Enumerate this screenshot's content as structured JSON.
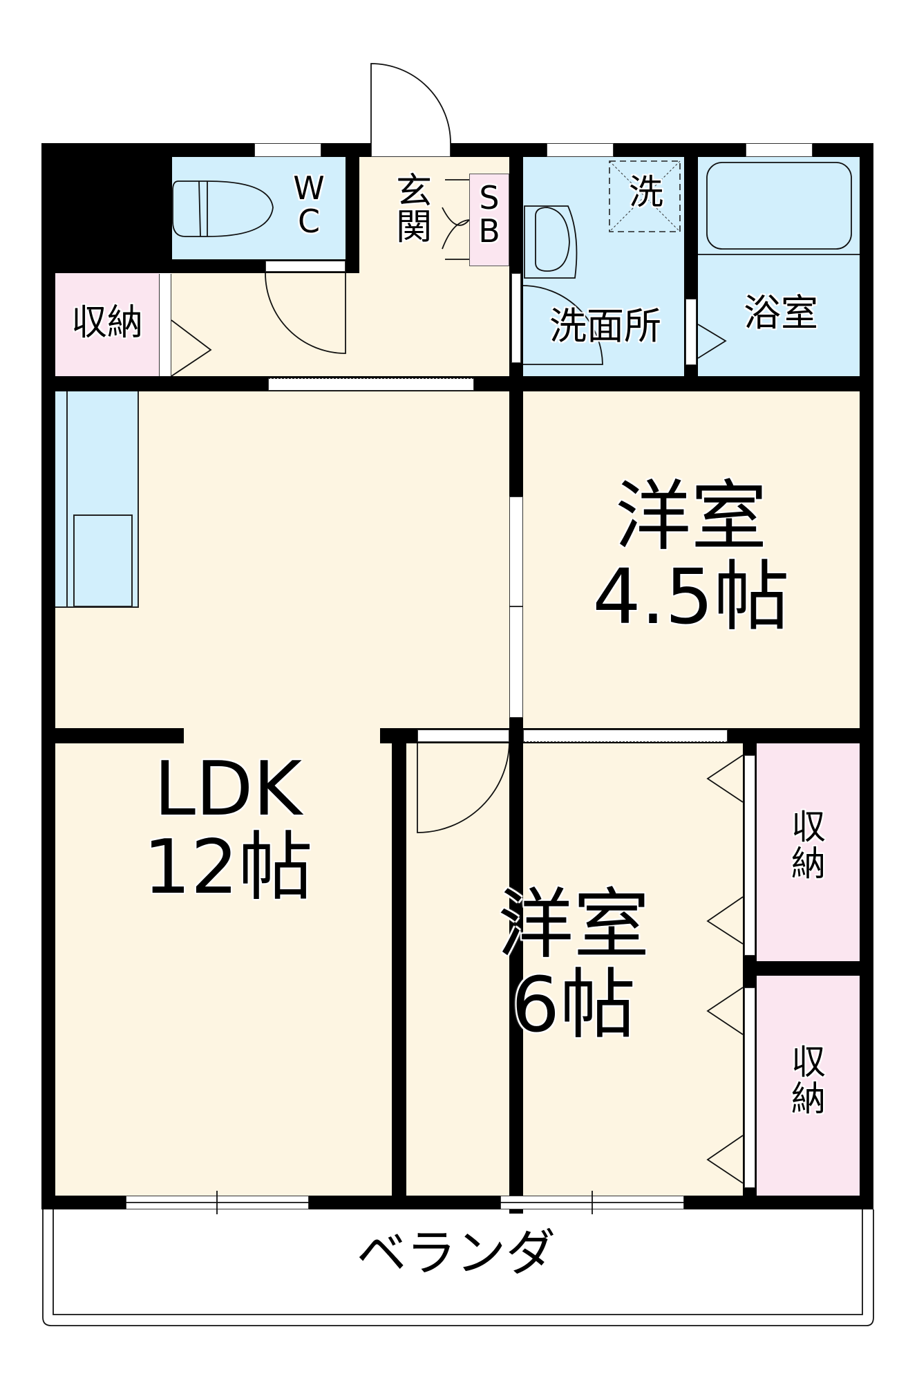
{
  "floorplan": {
    "colors": {
      "wall": "#000000",
      "living_floor": "#fdf5e2",
      "wet_area": "#d2effc",
      "storage": "#fbe6f0"
    },
    "rooms": {
      "wc": {
        "line1": "W",
        "line2": "C"
      },
      "genkan": {
        "label": "玄関"
      },
      "shoe_box": {
        "line1": "S",
        "line2": "B"
      },
      "washer": {
        "label": "洗"
      },
      "washroom": {
        "label": "洗面所"
      },
      "bath": {
        "label": "浴室"
      },
      "storage_hall": {
        "label": "収納"
      },
      "western_small": {
        "line1": "洋室",
        "line2": "4.5帖"
      },
      "ldk": {
        "line1": "LDK",
        "line2": "12帖"
      },
      "western_large": {
        "line1": "洋室",
        "line2": "6帖"
      },
      "storage_upper": {
        "line1": "収",
        "line2": "納"
      },
      "storage_lower": {
        "line1": "収",
        "line2": "納"
      },
      "balcony": {
        "label": "ベランダ"
      }
    }
  }
}
